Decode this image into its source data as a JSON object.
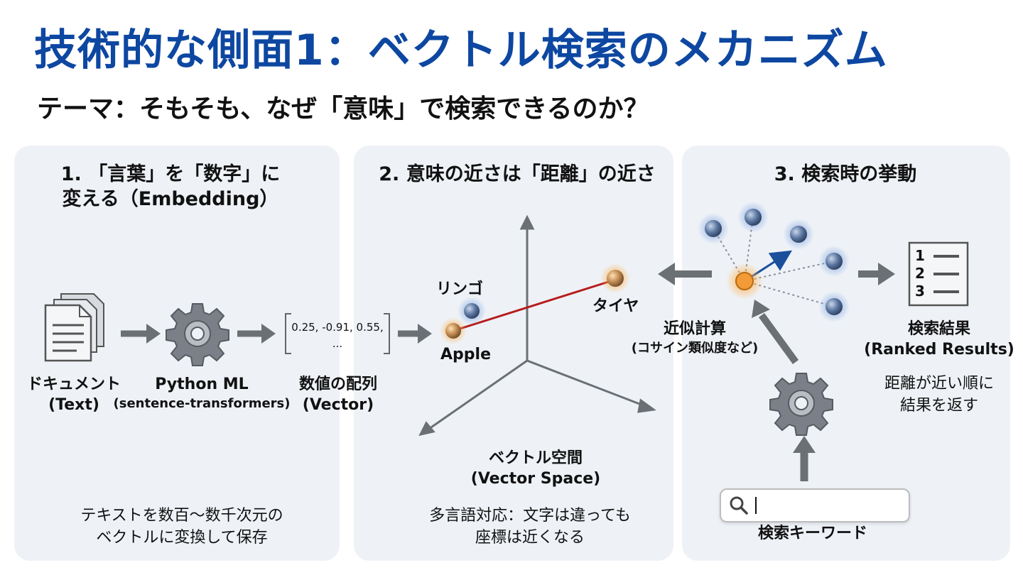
{
  "title": "技術的な側面1：ベクトル検索のメカニズム",
  "subtitle": "テーマ：そもそも、なぜ「意味」で検索できるのか？",
  "panel1": {
    "title_line1": "1. 「言葉」を「数字」に",
    "title_line2": "変える（Embedding）",
    "doc_label": "ドキュメント",
    "doc_sub": "(Text)",
    "ml_label": "Python ML",
    "ml_sub": "(sentence-transformers)",
    "vector_line1": "0.25, -0.91, 0.55,",
    "vector_line2": "...",
    "array_label": "数値の配列",
    "array_sub": "(Vector)",
    "note_line1": "テキストを数百〜数千次元の",
    "note_line2": "ベクトルに変換して保存"
  },
  "panel2": {
    "title": "2. 意味の近さは「距離」の近さ",
    "ringo": "リンゴ",
    "apple": "Apple",
    "taiya": "タイヤ",
    "space_label": "ベクトル空間",
    "space_sub": "(Vector Space)",
    "note_line1": "多言語対応：文字は違っても",
    "note_line2": "座標は近くなる"
  },
  "panel3": {
    "title": "3. 検索時の挙動",
    "calc_label": "近似計算",
    "calc_sub": "(コサイン類似度など)",
    "result_label": "検索結果",
    "result_sub": "(Ranked Results)",
    "result_note_line1": "距離が近い順に",
    "result_note_line2": "結果を返す",
    "list_numbers": [
      "1",
      "2",
      "3"
    ],
    "keyword_label": "検索キーワード"
  },
  "colors": {
    "title": "#0d47a1",
    "panel": "#eef2f7",
    "arrow": "#6b7075",
    "node_blue": "#4a6fa5",
    "node_orange": "#f0a030",
    "line_red": "#b71c1c"
  },
  "icons": [
    "document-icon",
    "gear-icon",
    "bracket-icon",
    "search-icon",
    "list-icon"
  ]
}
